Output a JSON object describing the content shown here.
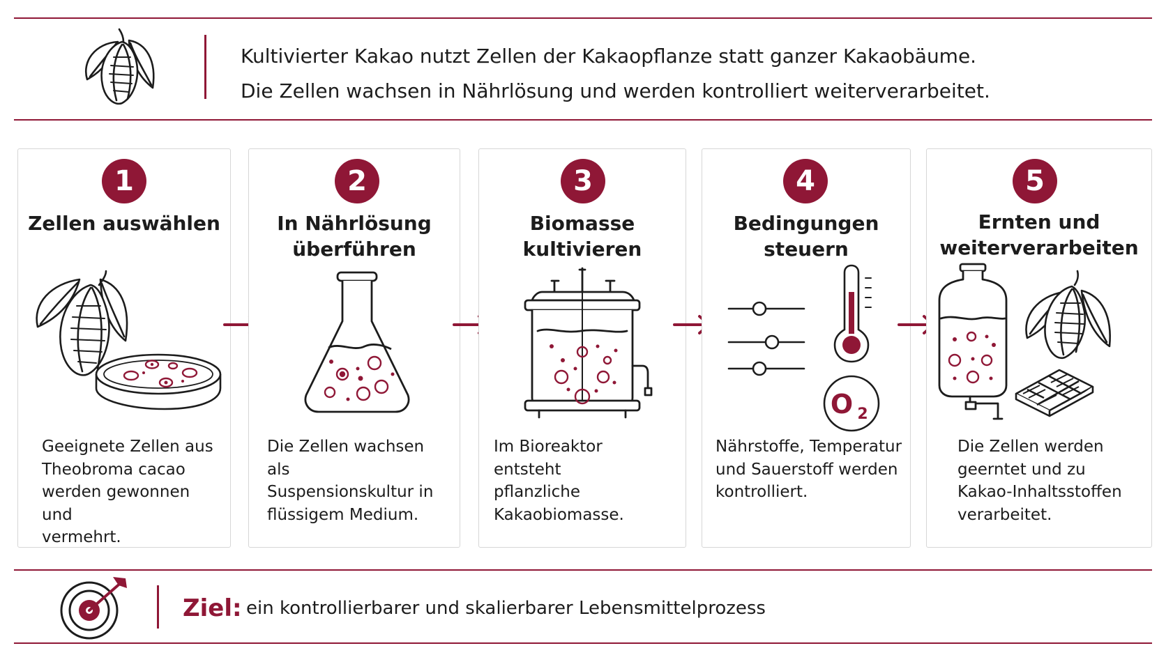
{
  "header": {
    "line1": "Kultivierter Kakao nutzt Zellen der Kakaopflanze statt ganzer Kakaobäume.",
    "line2": "Die Zellen wachsen in Nährlösung und werden kontrolliert weiterverarbeitet."
  },
  "steps": [
    {
      "number": "1",
      "title_line1": "Zellen auswählen",
      "title_line2": "",
      "desc": [
        "Geeignete Zellen aus",
        "Theobroma cacao",
        "werden gewonnen und",
        "vermehrt."
      ]
    },
    {
      "number": "2",
      "title_line1": "In Nährlösung",
      "title_line2": "überführen",
      "desc": [
        "Die Zellen wachsen als",
        "Suspensionskultur in",
        "flüssigem Medium."
      ]
    },
    {
      "number": "3",
      "title_line1": "Biomasse",
      "title_line2": "kultivieren",
      "desc": [
        "Im Bioreaktor entsteht",
        "pflanzliche",
        "Kakaobiomasse."
      ]
    },
    {
      "number": "4",
      "title_line1": "Bedingungen",
      "title_line2": "steuern",
      "desc": [
        "Nährstoffe, Temperatur",
        "und Sauerstoff werden",
        "kontrolliert."
      ]
    },
    {
      "number": "5",
      "title_line1": "Ernten und",
      "title_line2": "weiterverarbeiten",
      "desc": [
        "Die Zellen werden",
        "geerntet und zu",
        "Kakao-Inhaltsstoffen",
        "verarbeitet."
      ]
    }
  ],
  "oxygen_label": "O",
  "oxygen_subscript": "2",
  "goal": {
    "label": "Ziel:",
    "text": "ein kontrollierbarer und skalierbarer Lebensmittelprozess"
  },
  "colors": {
    "accent": "#8f1736",
    "line": "#1c1c1c",
    "card_border": "#d6d6d6"
  },
  "icons": [
    "cacao-pod-icon",
    "petri-dish-icon",
    "flask-icon",
    "bioreactor-icon",
    "sliders-icon",
    "thermometer-icon",
    "oxygen-icon",
    "tank-icon",
    "chocolate-icon",
    "arrow-right-icon",
    "target-icon"
  ]
}
